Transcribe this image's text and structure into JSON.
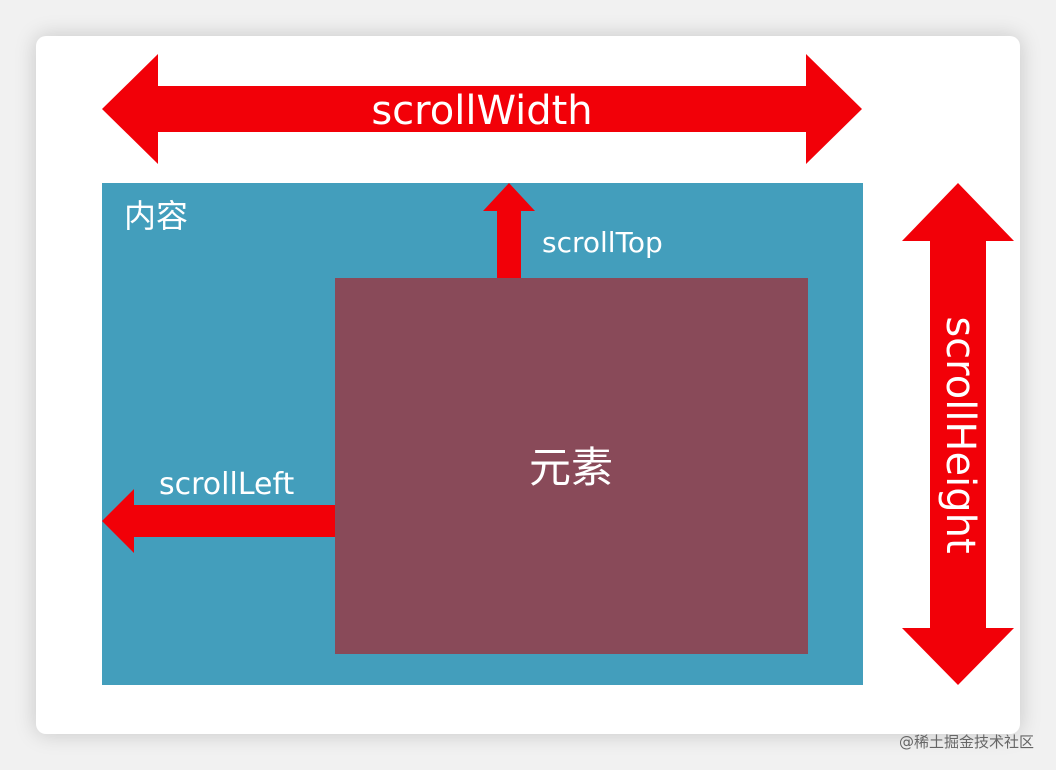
{
  "colors": {
    "arrow": "#f20008",
    "content_bg": "#439ebc",
    "element_bg": "#894a59",
    "label": "#ffffff"
  },
  "labels": {
    "scroll_width": "scrollWidth",
    "scroll_height": "scrollHeight",
    "scroll_top": "scrollTop",
    "scroll_left": "scrollLeft",
    "content": "内容",
    "element": "元素"
  },
  "watermark": "@稀土掘金技术社区"
}
